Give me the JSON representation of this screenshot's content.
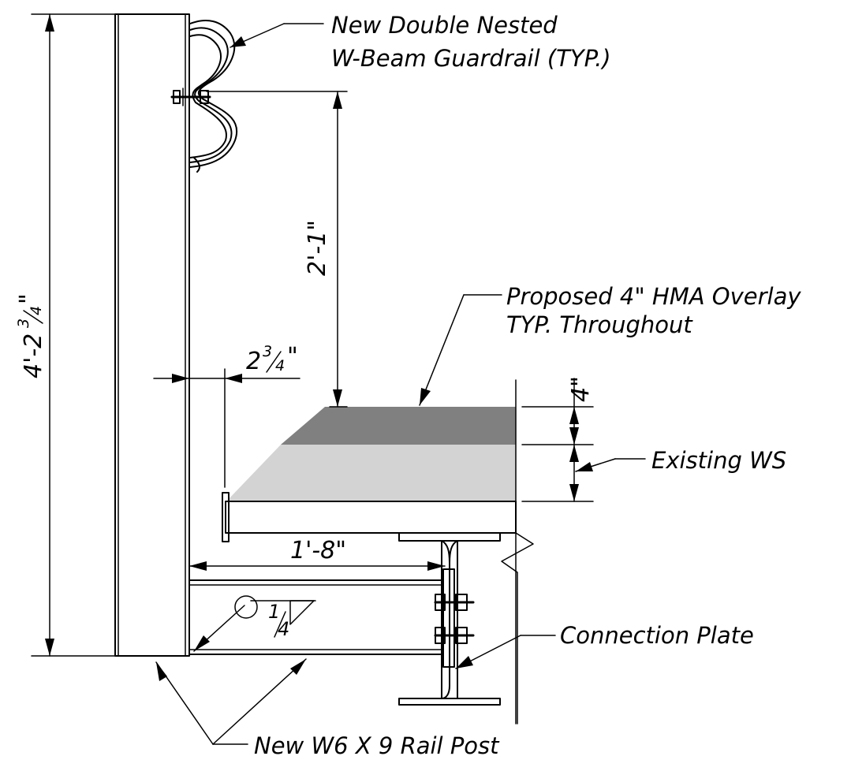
{
  "labels": {
    "guardrail_line1": "New  Double  Nested",
    "guardrail_line2": "W-Beam  Guardrail (TYP.)",
    "overlay_line1": "Proposed  4\"  HMA  Overlay",
    "overlay_line2": "TYP. Throughout",
    "existing_ws": "Existing  WS",
    "connection_plate": "Connection  Plate",
    "rail_post": "New  W6  X  9  Rail Post"
  },
  "dimensions": {
    "overall_height_whole": "4'-2",
    "overall_height_num": "3",
    "overall_height_den": "4",
    "overall_height_inch": "\"",
    "top_to_rail": "2'-1\"",
    "offset_whole": "2",
    "offset_num": "3",
    "offset_den": "4",
    "offset_inch": "\"",
    "overlay_thickness": "4\"",
    "post_length": "1'-8\""
  },
  "weld": {
    "size_num": "1",
    "size_den": "4"
  },
  "colors": {
    "overlay": "#808080",
    "existing_surface": "#d3d3d3",
    "line": "#000000"
  }
}
